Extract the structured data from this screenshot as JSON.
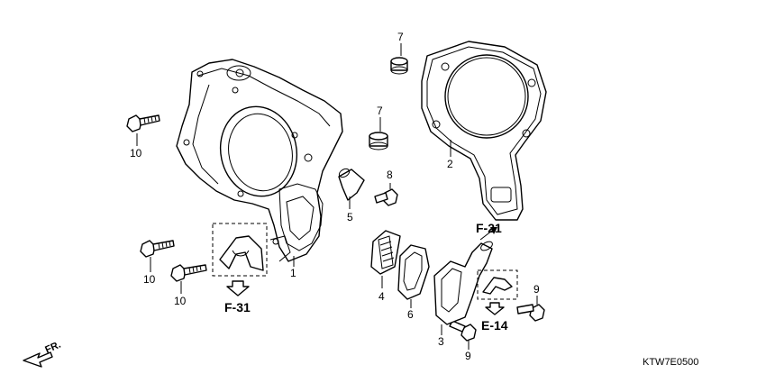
{
  "callouts": {
    "c1": "1",
    "c2": "2",
    "c3": "3",
    "c4": "4",
    "c5": "5",
    "c6": "6",
    "c7a": "7",
    "c7b": "7",
    "c8": "8",
    "c9a": "9",
    "c9b": "9",
    "c10a": "10",
    "c10b": "10",
    "c10c": "10"
  },
  "references": {
    "f31": "F-31",
    "f21": "F-21",
    "e14": "E-14"
  },
  "direction_label": "FR.",
  "diagram_code": "KTW7E0500"
}
